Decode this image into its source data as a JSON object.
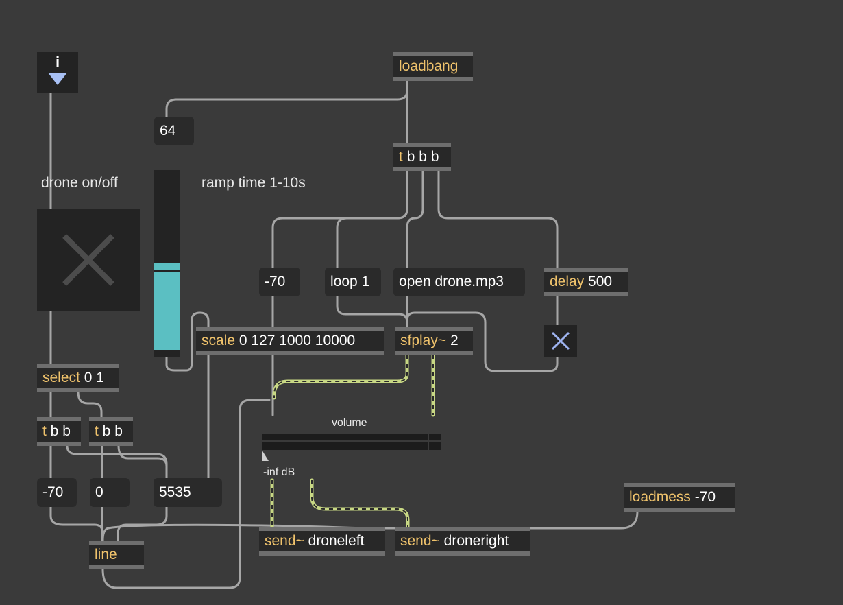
{
  "patch": {
    "toggle_top": {
      "label": "i"
    },
    "comments": {
      "drone": "drone on/off",
      "ramp": "ramp time 1-10s"
    },
    "numbers": {
      "slider_value": "64",
      "minus70_a": "-70",
      "minus70_b": "-70",
      "zero": "0",
      "ramp_value": "5535"
    },
    "messages": {
      "loop": "loop 1",
      "open": "open drone.mp3"
    },
    "objects": {
      "loadbang": {
        "cls": "loadbang",
        "args": ""
      },
      "trigger_main": {
        "cls": "t",
        "args": " b b b"
      },
      "delay": {
        "cls": "delay",
        "args": " 500"
      },
      "scale": {
        "cls": "scale",
        "args": " 0 127 1000 10000"
      },
      "sfplay": {
        "cls": "sfplay~",
        "args": " 2"
      },
      "select": {
        "cls": "select",
        "args": " 0 1"
      },
      "t_left": {
        "cls": "t",
        "args": " b b"
      },
      "t_right": {
        "cls": "t",
        "args": " b b"
      },
      "line": {
        "cls": "line",
        "args": ""
      },
      "send_left": {
        "cls": "send~",
        "args": " droneleft"
      },
      "send_right": {
        "cls": "send~",
        "args": " droneright"
      },
      "loadmess": {
        "cls": "loadmess",
        "args": " -70"
      }
    },
    "gain": {
      "title": "volume",
      "readout": "-inf dB"
    },
    "slider": {
      "value": 64,
      "max": 127
    },
    "colors": {
      "background": "#3a3a3a",
      "box": "#282828",
      "class_text": "#f0c36c",
      "patchcord": "#a6a6a6",
      "signal_cord": "#d8e89a",
      "slider_fill": "#5bbfc2",
      "toggle_x_off": "#4c4c4c",
      "toggle_x_on": "#9fb4f0"
    }
  }
}
